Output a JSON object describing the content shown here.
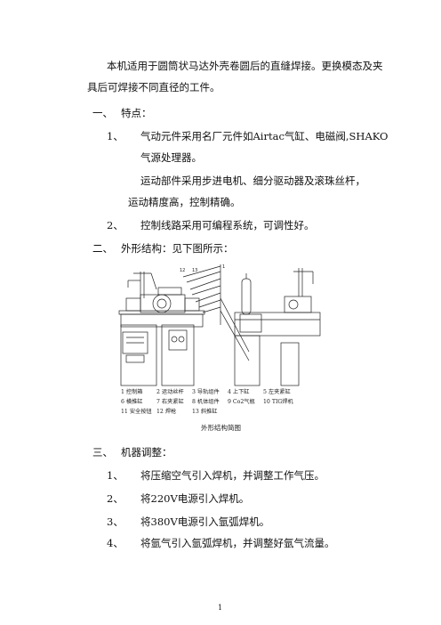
{
  "intro": {
    "line1": "本机适用于圆筒状马达外壳卷圆后的直缝焊接。更换模态及夹",
    "line2": "具后可焊接不同直径的工件。"
  },
  "section1": {
    "heading_num": "一、",
    "heading": "特点：",
    "item1_num": "1、",
    "item1_line1": "气动元件采用名厂元件如Airtac气缸、电磁阀,SHAKO",
    "item1_line2": "气源处理器。",
    "item1_line3": "运动部件采用步进电机、细分驱动器及滚珠丝杆，",
    "item1_line4": "运动精度高，控制精确。",
    "item2_num": "2、",
    "item2_text": "控制线路采用可编程系统，可调性好。"
  },
  "section2": {
    "heading_num": "二、",
    "heading": "外形结构：见下图所示：",
    "legend_row1": [
      "1  控制箱",
      "2  运动丝杆",
      "3  导轨组件",
      "4  上下缸",
      "5  左夹紧缸"
    ],
    "legend_row2": [
      "6  横推缸",
      "7  右夹紧缸",
      "8  机体组件",
      "9  Co2气瓶",
      "10 TIG焊机"
    ],
    "legend_row3": [
      "11 安全按钮",
      "12 焊枪",
      "13 斜推缸"
    ],
    "caption": "外形结构简图"
  },
  "section3": {
    "heading_num": "三、",
    "heading": "机器调整：",
    "items": [
      {
        "num": "1、",
        "text": "将压缩空气引入焊机，并调整工作气压。"
      },
      {
        "num": "2、",
        "text": "将220V电源引入焊机。"
      },
      {
        "num": "3、",
        "text": "将380V电源引入氩弧焊机。"
      },
      {
        "num": "4、",
        "text": "将氩气引入氩弧焊机，并调整好氩气流量。"
      }
    ]
  },
  "page_number": "1"
}
